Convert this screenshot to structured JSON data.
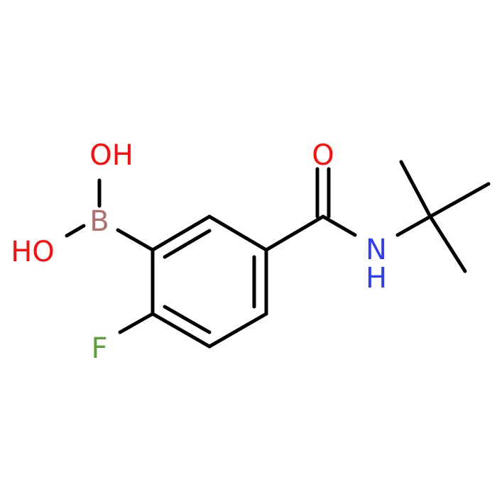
{
  "molecule": {
    "atoms": {
      "oh_top": {
        "text": "OH",
        "color": "#ff0d0d"
      },
      "oh_left": {
        "text": "HO",
        "color": "#ff0d0d"
      },
      "boron": {
        "text": "B",
        "color": "#b07070"
      },
      "fluorine": {
        "text": "F",
        "color": "#5f9e3a"
      },
      "oxygen": {
        "text": "O",
        "color": "#ff0d0d"
      },
      "nitrogen": {
        "text": "N",
        "color": "#2f3cff"
      },
      "nitrogen_h": {
        "text": "H",
        "color": "#2f3cff"
      }
    },
    "bond_color": "#000000"
  }
}
